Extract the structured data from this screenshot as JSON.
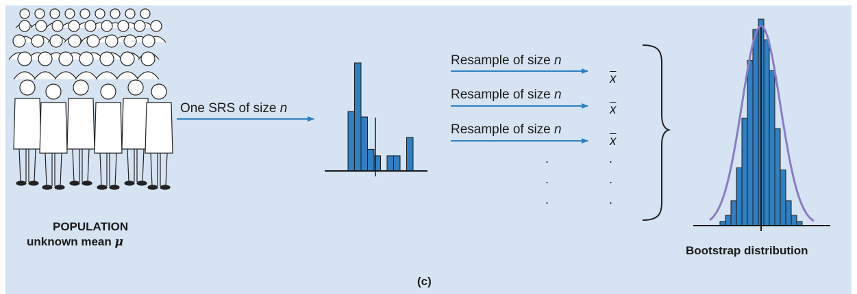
{
  "population": {
    "title": "POPULATION",
    "subtitle": "unknown mean",
    "symbol": "μ"
  },
  "srs_arrow": {
    "label": "One SRS of size",
    "var": "n"
  },
  "resamples": [
    {
      "label": "Resample of size",
      "var": "n",
      "stat": "x"
    },
    {
      "label": "Resample of size",
      "var": "n",
      "stat": "x"
    },
    {
      "label": "Resample of size",
      "var": "n",
      "stat": "x"
    }
  ],
  "ellipsis_dots": ".",
  "bootstrap_label": "Bootstrap distribution",
  "panel_label": "(c)",
  "colors": {
    "background": "#d5e3f2",
    "bar": "#2f7fc1",
    "arrow": "#2f7fc1",
    "curve": "#8a7cc4"
  },
  "icons": [
    "crowd-illustration",
    "right-arrow",
    "curly-brace"
  ],
  "sample_histogram": {
    "values": [
      0.55,
      1.0,
      0.5,
      0.2,
      0.14,
      0.0,
      0.14,
      0.14,
      0.0,
      0.31
    ],
    "mean_marker": true
  },
  "bootstrap_histogram": {
    "values": [
      0.02,
      0.05,
      0.12,
      0.28,
      0.52,
      0.8,
      0.95,
      1.0,
      0.9,
      0.75,
      0.47,
      0.27,
      0.12,
      0.05,
      0.02
    ],
    "normal_curve": true
  }
}
